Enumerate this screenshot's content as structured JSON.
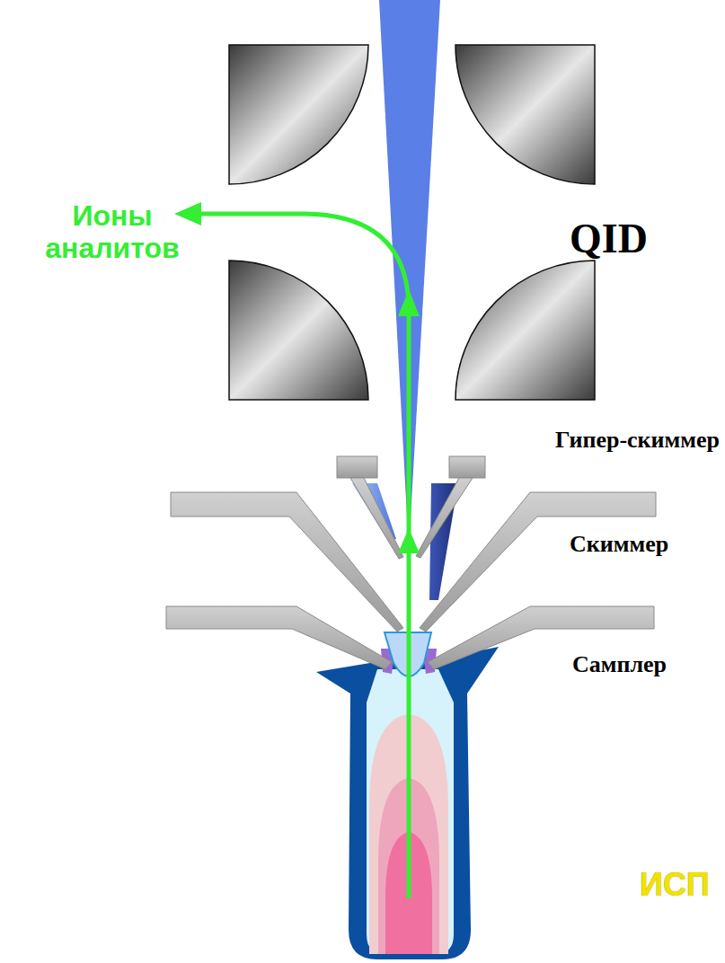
{
  "diagram": {
    "labels": [
      "Ионы аналитов",
      "QID",
      "Гипер-скиммер",
      "Скиммер",
      "Самплер",
      "ИСП"
    ]
  }
}
